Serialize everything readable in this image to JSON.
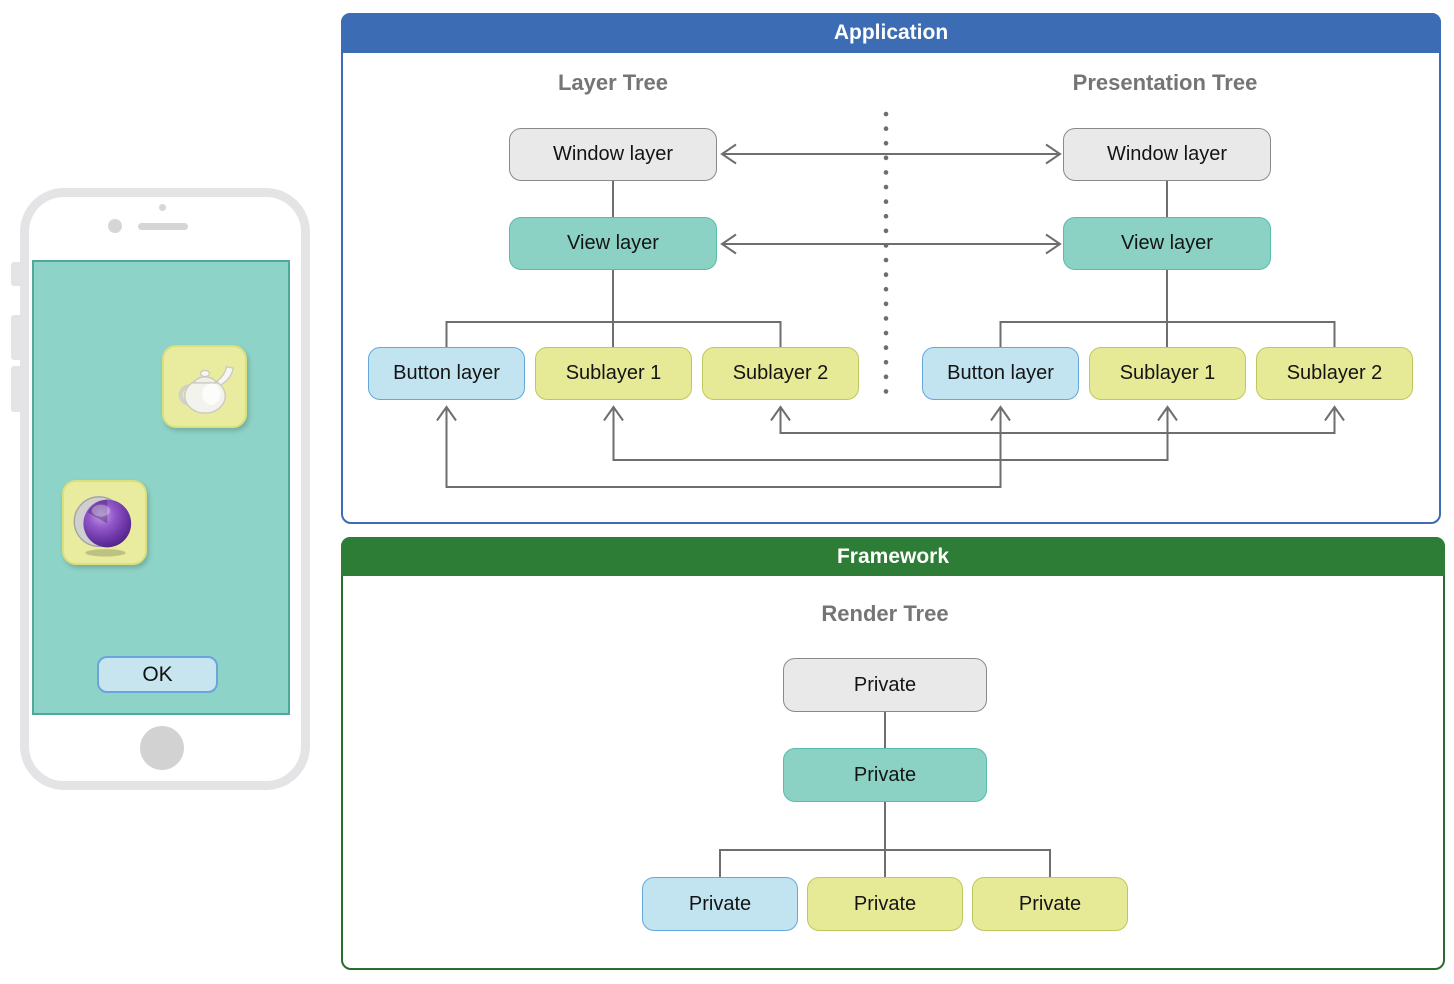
{
  "application": {
    "title": "Application",
    "layer_tree": {
      "title": "Layer Tree",
      "nodes": {
        "window": "Window layer",
        "view": "View layer",
        "button": "Button layer",
        "sublayer1": "Sublayer 1",
        "sublayer2": "Sublayer 2"
      }
    },
    "presentation_tree": {
      "title": "Presentation Tree",
      "nodes": {
        "window": "Window layer",
        "view": "View layer",
        "button": "Button layer",
        "sublayer1": "Sublayer 1",
        "sublayer2": "Sublayer 2"
      }
    }
  },
  "framework": {
    "title": "Framework",
    "render_tree": {
      "title": "Render Tree",
      "nodes": {
        "root": "Private",
        "view": "Private",
        "button": "Private",
        "sublayer1": "Private",
        "sublayer2": "Private"
      }
    }
  },
  "phone": {
    "ok_label": "OK",
    "icons": [
      "teapot-icon",
      "purple-sphere-icon"
    ]
  },
  "colors": {
    "app_header": "#3c6cb4",
    "fw_header": "#2e7d36",
    "fw_border": "#2a6b2e",
    "node_gray": "#e9e9e9",
    "node_gray_border": "#8a8a8a",
    "node_teal": "#8bd2c4",
    "node_teal_border": "#58bca9",
    "node_blue": "#c1e4f0",
    "node_blue_border": "#64a7db",
    "node_yellow": "#e6e995",
    "node_yellow_border": "#bcc95e",
    "line": "#6e6e6e",
    "title_gray": "#757575",
    "screen_teal": "#8ed3c7",
    "screen_border": "#4fa89b",
    "tile_yellow": "#e9ec9f",
    "tile_border": "#d9e07c",
    "phone_frame": "#e4e4e6"
  }
}
